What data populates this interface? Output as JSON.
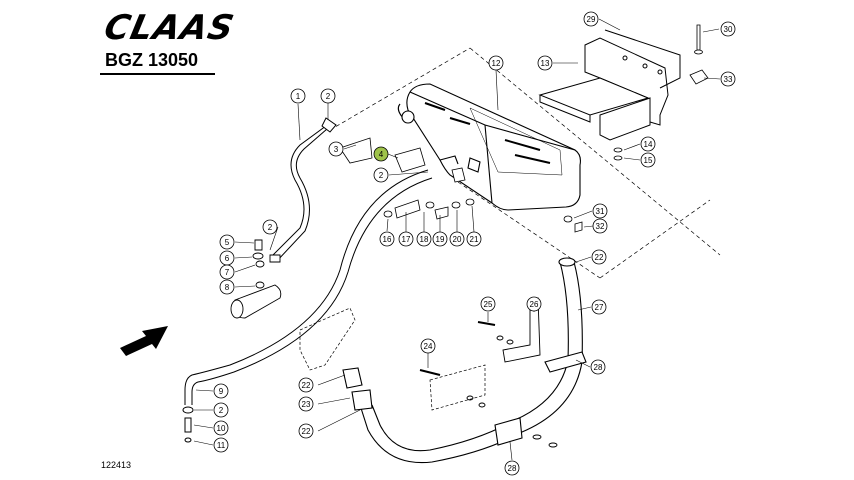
{
  "brand": {
    "logo_text": "CLAAS"
  },
  "document": {
    "code": "BGZ 13050",
    "drawing_number": "122413"
  },
  "highlight_color": "#9fc34a",
  "callouts": [
    {
      "label": "1",
      "highlighted": false
    },
    {
      "label": "2",
      "highlighted": false
    },
    {
      "label": "3",
      "highlighted": false
    },
    {
      "label": "4",
      "highlighted": true
    },
    {
      "label": "2",
      "highlighted": false
    },
    {
      "label": "12",
      "highlighted": false
    },
    {
      "label": "13",
      "highlighted": false
    },
    {
      "label": "29",
      "highlighted": false
    },
    {
      "label": "30",
      "highlighted": false
    },
    {
      "label": "33",
      "highlighted": false
    },
    {
      "label": "14",
      "highlighted": false
    },
    {
      "label": "15",
      "highlighted": false
    },
    {
      "label": "31",
      "highlighted": false
    },
    {
      "label": "32",
      "highlighted": false
    },
    {
      "label": "16",
      "highlighted": false
    },
    {
      "label": "17",
      "highlighted": false
    },
    {
      "label": "18",
      "highlighted": false
    },
    {
      "label": "19",
      "highlighted": false
    },
    {
      "label": "20",
      "highlighted": false
    },
    {
      "label": "21",
      "highlighted": false
    },
    {
      "label": "2",
      "highlighted": false
    },
    {
      "label": "5",
      "highlighted": false
    },
    {
      "label": "6",
      "highlighted": false
    },
    {
      "label": "7",
      "highlighted": false
    },
    {
      "label": "8",
      "highlighted": false
    },
    {
      "label": "22",
      "highlighted": false
    },
    {
      "label": "27",
      "highlighted": false
    },
    {
      "label": "25",
      "highlighted": false
    },
    {
      "label": "26",
      "highlighted": false
    },
    {
      "label": "24",
      "highlighted": false
    },
    {
      "label": "28",
      "highlighted": false
    },
    {
      "label": "9",
      "highlighted": false
    },
    {
      "label": "2",
      "highlighted": false
    },
    {
      "label": "10",
      "highlighted": false
    },
    {
      "label": "11",
      "highlighted": false
    },
    {
      "label": "22",
      "highlighted": false
    },
    {
      "label": "23",
      "highlighted": false
    },
    {
      "label": "22",
      "highlighted": false
    },
    {
      "label": "28",
      "highlighted": false
    }
  ]
}
